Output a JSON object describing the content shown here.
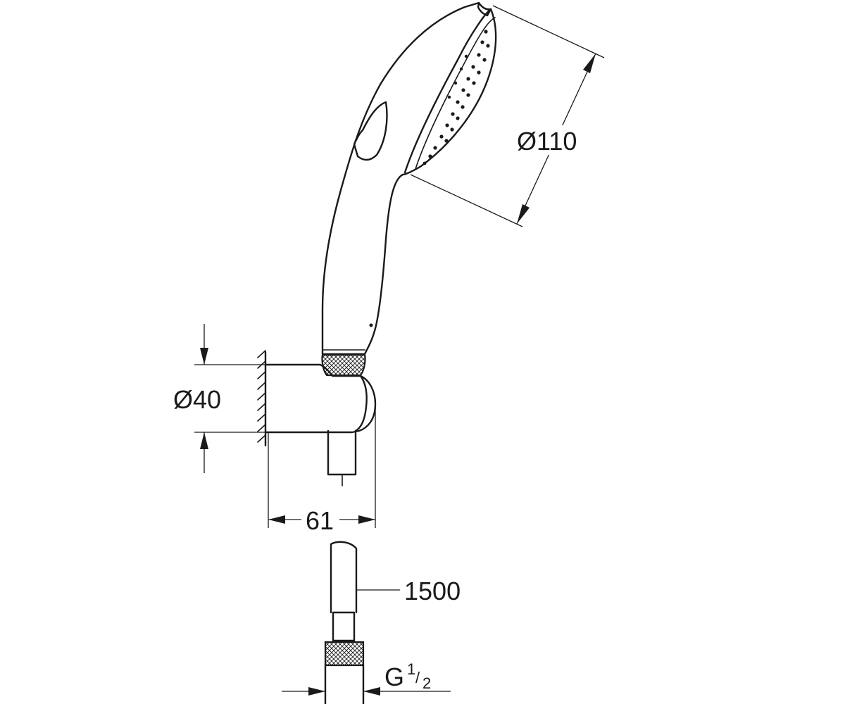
{
  "dimensions": {
    "head_diameter": "Ø110",
    "holder_diameter": "Ø40",
    "holder_depth": "61",
    "hose_length": "1500",
    "thread_letter": "G",
    "thread_numerator": "1",
    "thread_slash": "/",
    "thread_denominator": "2"
  },
  "colors": {
    "line": "#1a1a1a",
    "background": "#ffffff"
  }
}
